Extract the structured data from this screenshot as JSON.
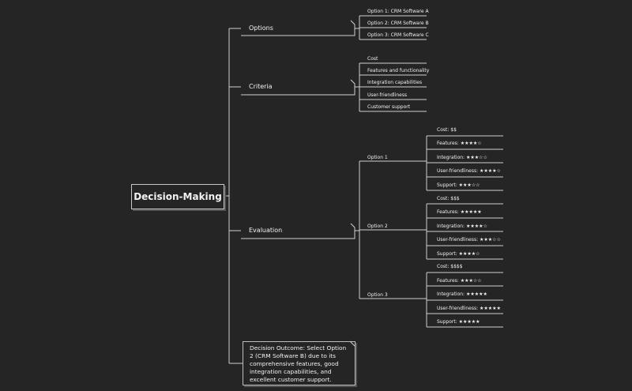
{
  "root": "Decision-Making",
  "branches": {
    "options": "Options",
    "criteria": "Criteria",
    "evaluation": "Evaluation"
  },
  "options_list": [
    "Option 1: CRM Software A",
    "Option 2: CRM Software B",
    "Option 3: CRM Software C"
  ],
  "criteria_list": [
    "Cost",
    "Features and functionality",
    "Integration capabilities",
    "User-friendliness",
    "Customer support"
  ],
  "evaluation": {
    "option1": {
      "label": "Option 1",
      "items": [
        "Cost: $$",
        "Features: ★★★★☆",
        "Integration: ★★★☆☆",
        "User-friendliness: ★★★★☆",
        "Support: ★★★☆☆"
      ]
    },
    "option2": {
      "label": "Option 2",
      "items": [
        "Cost: $$$",
        "Features: ★★★★★",
        "Integration: ★★★★☆",
        "User-friendliness: ★★★☆☆",
        "Support: ★★★★☆"
      ]
    },
    "option3": {
      "label": "Option 3",
      "items": [
        "Cost: $$$$",
        "Features: ★★★☆☆",
        "Integration: ★★★★★",
        "User-friendliness: ★★★★★",
        "Support: ★★★★★"
      ]
    }
  },
  "outcome": "Decision Outcome: Select Option 2 (CRM Software B) due to its comprehensive features, good integration capabilities, and excellent customer support."
}
